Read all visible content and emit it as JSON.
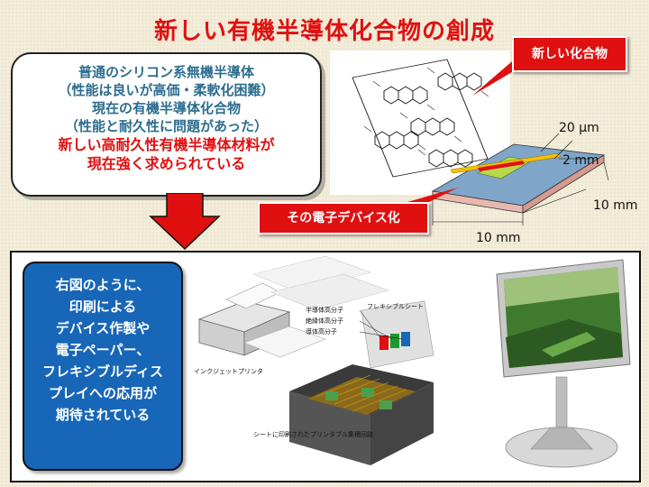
{
  "title": "新しい有機半導体化合物の創成",
  "intro": {
    "lines": [
      "普通のシリコン系無機半導体",
      "（性能は良いが高価・柔軟化困難）",
      "現在の有機半導体化合物",
      "（性能と耐久性に問題があった）"
    ],
    "emphasis": [
      "新しい高耐久性有機半導体材料が",
      "現在強く求められている"
    ]
  },
  "labels": {
    "new_compound": "新しい化合物",
    "device": "その電子デバイス化"
  },
  "dimensions": {
    "channel_width": "20 μm",
    "channel_length": "2 mm",
    "substrate_depth": "10 mm",
    "substrate_width": "10 mm"
  },
  "applications": {
    "lines": [
      "右図のように、",
      "印刷による",
      "デバイス作製や",
      "電子ペーパー、",
      "フレキシブルディス",
      "プレイへの応用が",
      "期待されている"
    ]
  },
  "illustration": {
    "flexible_sheet": "フレキシブルシート",
    "semiconductor_polymer": "半導体高分子",
    "insulator_polymer": "絶縁体高分子",
    "conductor_polymer": "導体高分子",
    "inkjet_printer": "インクジェットプリンタ",
    "printed_circuit": "シートに印刷されたプリンタブル集積回路"
  },
  "colors": {
    "title_red": "#e01010",
    "intro_blue": "#2c6d8f",
    "panel_blue": "#1766b8"
  }
}
